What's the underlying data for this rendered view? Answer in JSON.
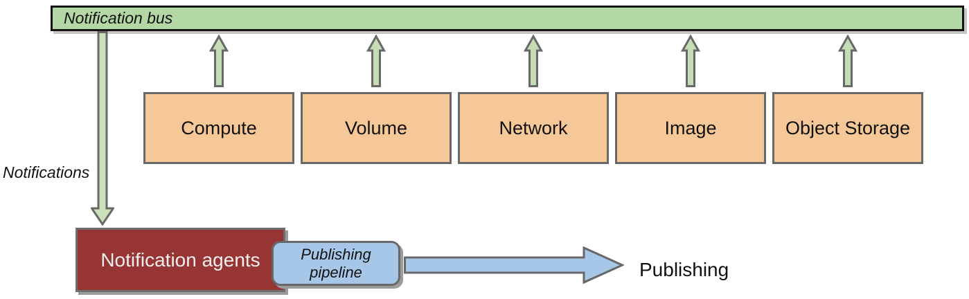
{
  "diagram": {
    "bus_label": "Notification bus",
    "services": [
      {
        "label": "Compute"
      },
      {
        "label": "Volume"
      },
      {
        "label": "Network"
      },
      {
        "label": "Image"
      },
      {
        "label": "Object Storage"
      }
    ],
    "notifications_flow_label": "Notifications",
    "agents_label": "Notification agents",
    "pipeline_label": "Publishing pipeline",
    "publishing_label": "Publishing",
    "icons": {
      "up_arrows": "green-up-arrow",
      "down_arrow": "green-down-arrow",
      "right_arrow": "blue-right-arrow"
    },
    "colors": {
      "bus_fill": "#b3d7a5",
      "bus_border": "#141414",
      "green_arrow_fill": "#c4ddb4",
      "service_fill": "#f6c897",
      "gray_border": "#686868",
      "agents_fill": "#973434",
      "agents_text": "#f2efef",
      "pipeline_fill": "#a7c7e8",
      "blue_arrow_fill": "#a7c7e8",
      "text": "#111111"
    }
  }
}
